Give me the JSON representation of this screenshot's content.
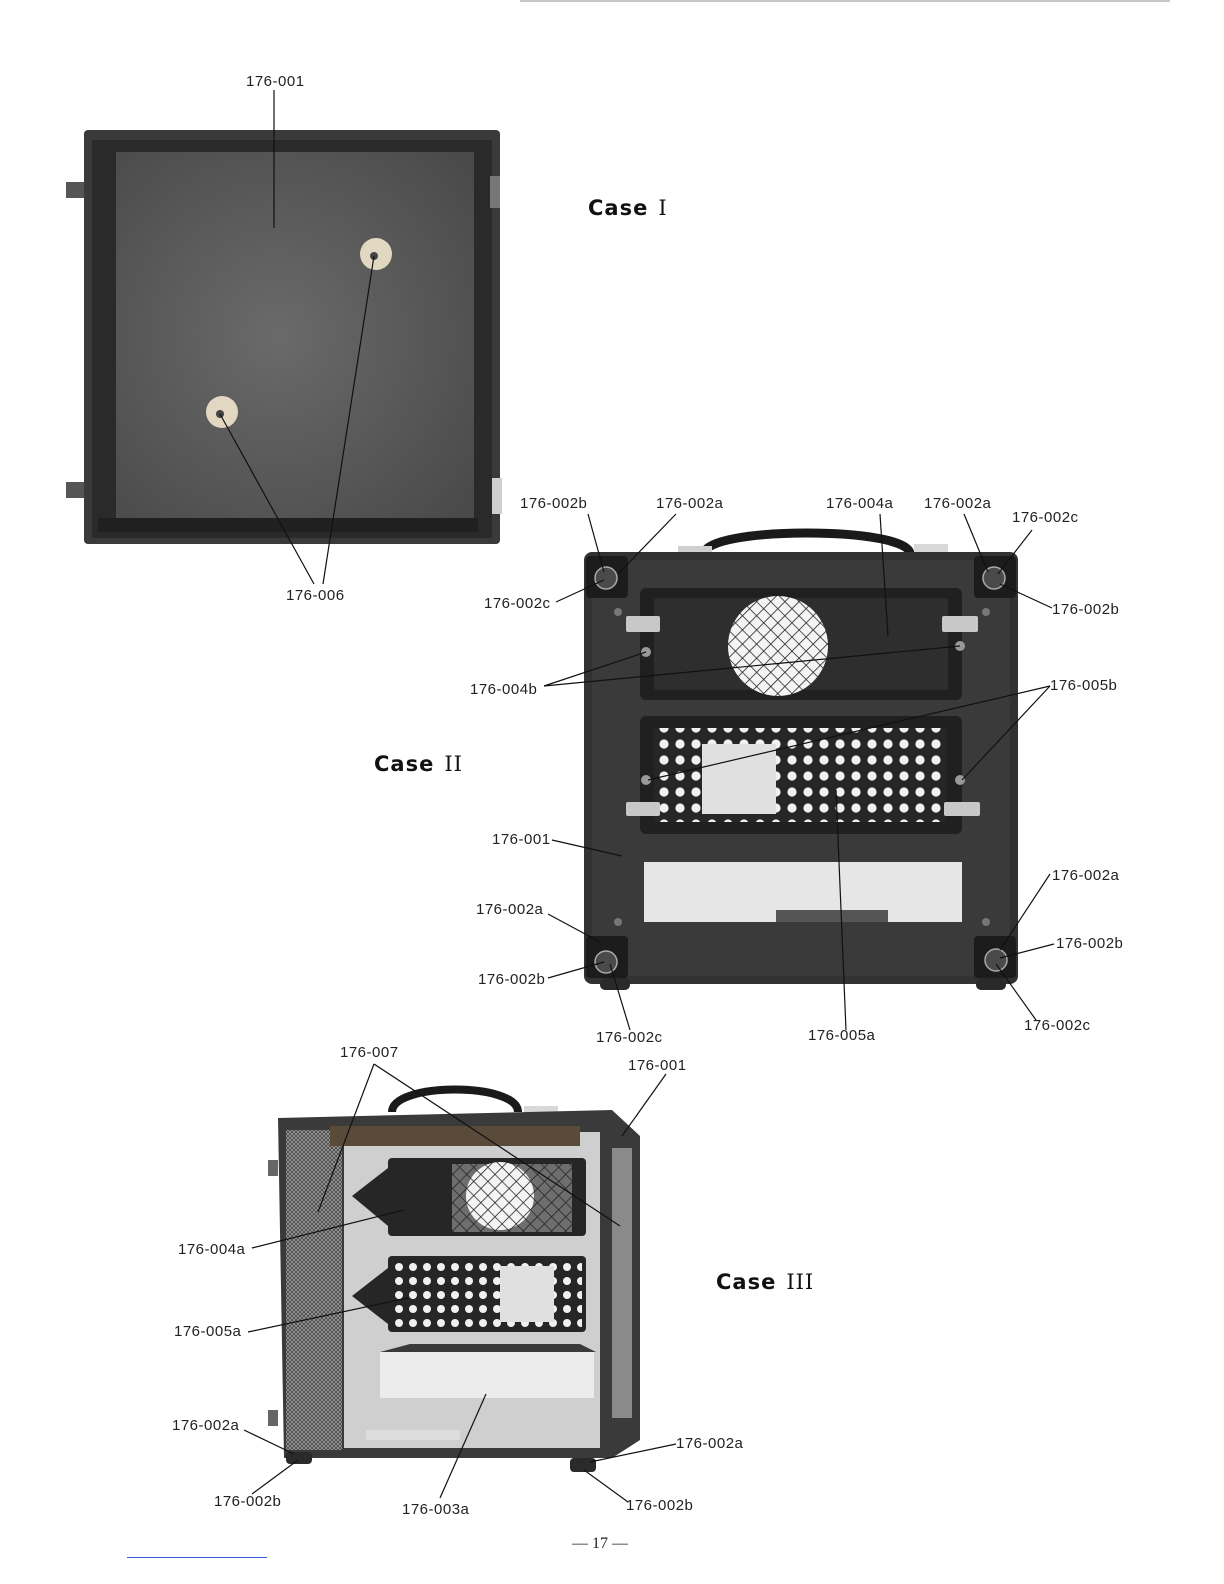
{
  "cases": [
    {
      "title_word": "Case",
      "numeral": "I",
      "labels": {
        "l001": "176-001",
        "l006": "176-006"
      }
    },
    {
      "title_word": "Case",
      "numeral": "II",
      "labels": {
        "l002b_tl": "176-002b",
        "l002a_tl": "176-002a",
        "l004a": "176-004a",
        "l002a_tr": "176-002a",
        "l002c_tr": "176-002c",
        "l002c_l": "176-002c",
        "l002b_r": "176-002b",
        "l004b": "176-004b",
        "l005b": "176-005b",
        "l001": "176-001",
        "l002a_br": "176-002a",
        "l002a_bl": "176-002a",
        "l002b_br": "176-002b",
        "l002b_bl": "176-002b",
        "l002c_bl": "176-002c",
        "l005a": "176-005a",
        "l002c_br": "176-002c"
      }
    },
    {
      "title_word": "Case",
      "numeral": "III",
      "labels": {
        "l007": "176-007",
        "l001": "176-001",
        "l004a": "176-004a",
        "l005a": "176-005a",
        "l002a_l": "176-002a",
        "l002a_r": "176-002a",
        "l002b_l": "176-002b",
        "l003a": "176-003a",
        "l002b_r": "176-002b"
      }
    }
  ],
  "page_number": "— 17 —"
}
